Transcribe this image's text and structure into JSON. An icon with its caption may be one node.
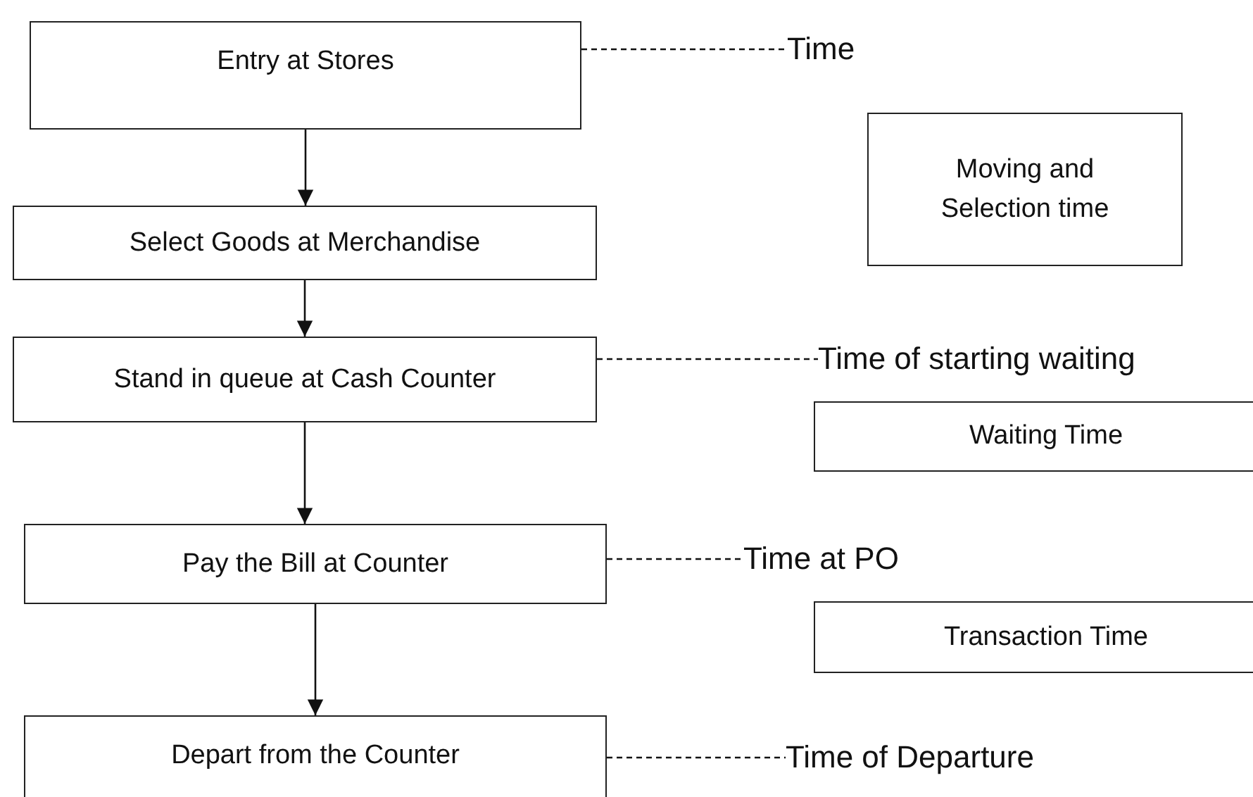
{
  "diagram": {
    "nodes": [
      {
        "text": [
          "Entry at Stores"
        ]
      },
      {
        "text": [
          "Time"
        ]
      },
      {
        "text": [
          "Moving and Selection time"
        ]
      },
      {
        "text": [
          "Select Goods at Merchandise"
        ]
      },
      {
        "text": [
          "Stand in queue at Cash Counter"
        ]
      },
      {
        "text": [
          "Time of starting waiting"
        ]
      },
      {
        "text": [
          "Waiting Time"
        ]
      },
      {
        "text": [
          "Pay the Bill at Counter"
        ]
      },
      {
        "text": [
          "Time at PO"
        ]
      },
      {
        "text": [
          "Transaction Time"
        ]
      },
      {
        "text": [
          "Depart from the Counter"
        ]
      },
      {
        "text": [
          "Time of Departure"
        ]
      }
    ],
    "edges": [
      {
        "from": 0,
        "to": 3,
        "arrow": "to"
      },
      {
        "from": 3,
        "to": 4,
        "arrow": "to"
      },
      {
        "from": 4,
        "to": 7,
        "arrow": "to"
      },
      {
        "from": 7,
        "to": 10,
        "arrow": "to"
      },
      {
        "from": 0,
        "to": 1,
        "arrow": "none",
        "style": "dashed"
      },
      {
        "from": 4,
        "to": 5,
        "arrow": "none",
        "style": "dashed"
      },
      {
        "from": 7,
        "to": 8,
        "arrow": "none",
        "style": "dashed"
      },
      {
        "from": 10,
        "to": 11,
        "arrow": "none",
        "style": "dashed"
      }
    ]
  }
}
